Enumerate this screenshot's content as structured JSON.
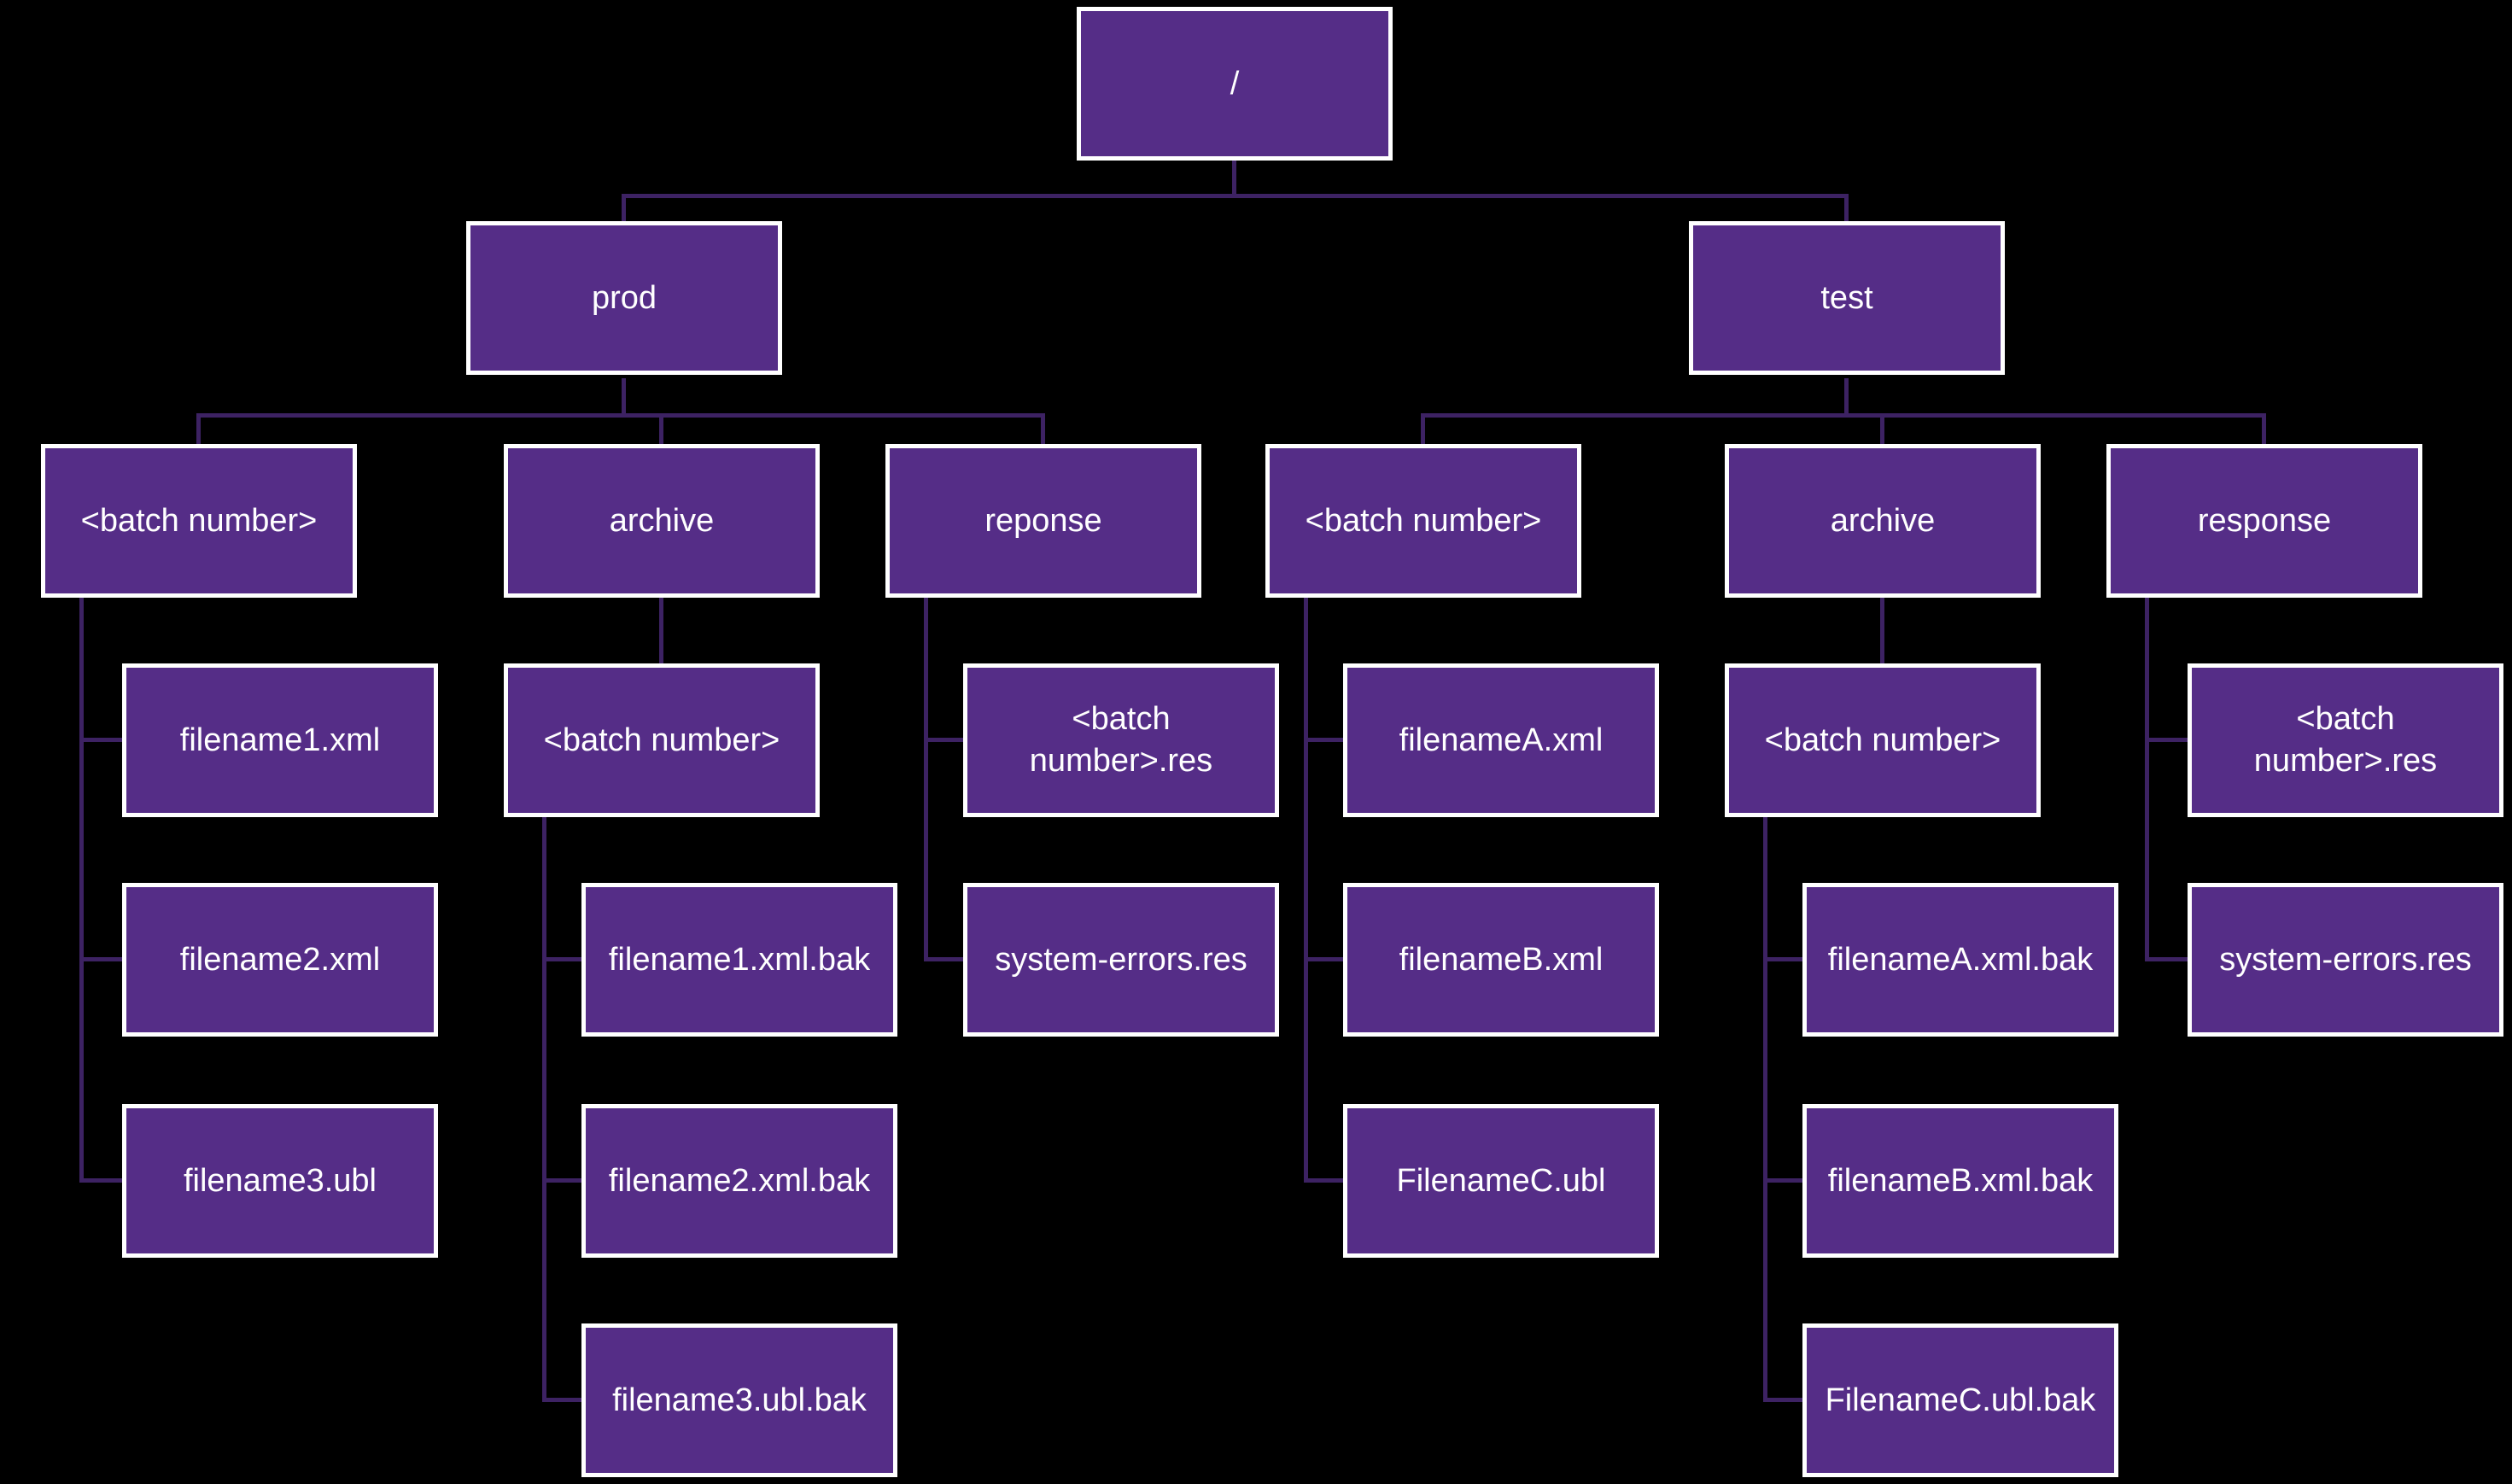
{
  "diagram": {
    "type": "directory-tree",
    "colors": {
      "background": "#000000",
      "node_fill": "#552D87",
      "node_border": "#FFFFFF",
      "node_text": "#FFFFFF",
      "connector": "#3D2263"
    }
  },
  "tree": {
    "label": "/",
    "children": [
      {
        "label": "prod",
        "children": [
          {
            "label": "<batch number>",
            "children": [
              {
                "label": "filename1.xml"
              },
              {
                "label": "filename2.xml"
              },
              {
                "label": "filename3.ubl"
              }
            ]
          },
          {
            "label": "archive",
            "children": [
              {
                "label": "<batch number>",
                "children": [
                  {
                    "label": "filename1.xml.bak"
                  },
                  {
                    "label": "filename2.xml.bak"
                  },
                  {
                    "label": "filename3.ubl.bak"
                  }
                ]
              }
            ]
          },
          {
            "label": "reponse",
            "children": [
              {
                "label": "<batch number>.res"
              },
              {
                "label": "system-errors.res"
              }
            ]
          }
        ]
      },
      {
        "label": "test",
        "children": [
          {
            "label": "<batch number>",
            "children": [
              {
                "label": "filenameA.xml"
              },
              {
                "label": "filenameB.xml"
              },
              {
                "label": "FilenameC.ubl"
              }
            ]
          },
          {
            "label": "archive",
            "children": [
              {
                "label": "<batch number>",
                "children": [
                  {
                    "label": "filenameA.xml.bak"
                  },
                  {
                    "label": "filenameB.xml.bak"
                  },
                  {
                    "label": "FilenameC.ubl.bak"
                  }
                ]
              }
            ]
          },
          {
            "label": "response",
            "children": [
              {
                "label": "<batch number>.res"
              },
              {
                "label": "system-errors.res"
              }
            ]
          }
        ]
      }
    ]
  }
}
